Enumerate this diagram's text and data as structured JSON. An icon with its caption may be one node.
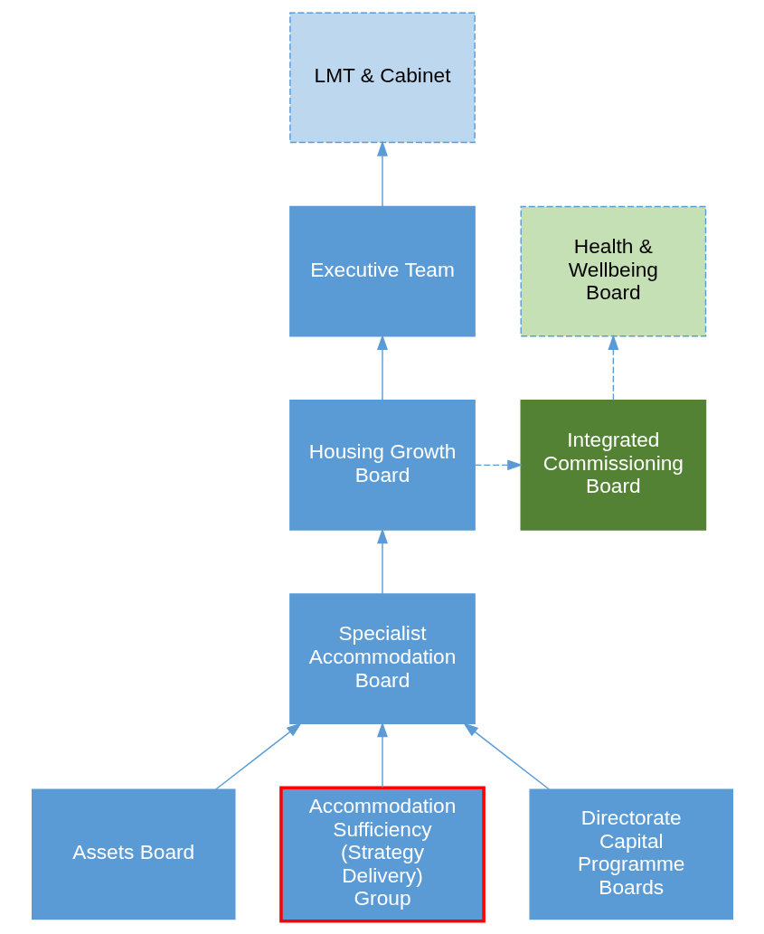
{
  "diagram": {
    "nodes": [
      {
        "text": [
          "LMT & Cabinet"
        ]
      },
      {
        "text": [
          "Executive Team"
        ]
      },
      {
        "text": [
          "Health & Wellbeing Board"
        ]
      },
      {
        "text": [
          "Housing Growth Board"
        ]
      },
      {
        "text": [
          "Integrated Commissioning Board"
        ]
      },
      {
        "text": [
          "Specialist Accommodation Board"
        ]
      },
      {
        "text": [
          "Assets Board"
        ]
      },
      {
        "text": [
          "Accommodation Sufficiency (Strategy Delivery) Group"
        ]
      },
      {
        "text": [
          "Directorate Capital Programme Boards"
        ]
      }
    ],
    "edges": [
      {
        "from": 1,
        "to": 0,
        "arrow": "to"
      },
      {
        "from": 3,
        "to": 1,
        "arrow": "to"
      },
      {
        "from": 3,
        "to": 4,
        "arrow": "to",
        "style": "dashed"
      },
      {
        "from": 4,
        "to": 2,
        "arrow": "to",
        "style": "dashed"
      },
      {
        "from": 5,
        "to": 3,
        "arrow": "to"
      },
      {
        "from": 6,
        "to": 5,
        "arrow": "to"
      },
      {
        "from": 7,
        "to": 5,
        "arrow": "to"
      },
      {
        "from": 8,
        "to": 5,
        "arrow": "to"
      }
    ]
  }
}
